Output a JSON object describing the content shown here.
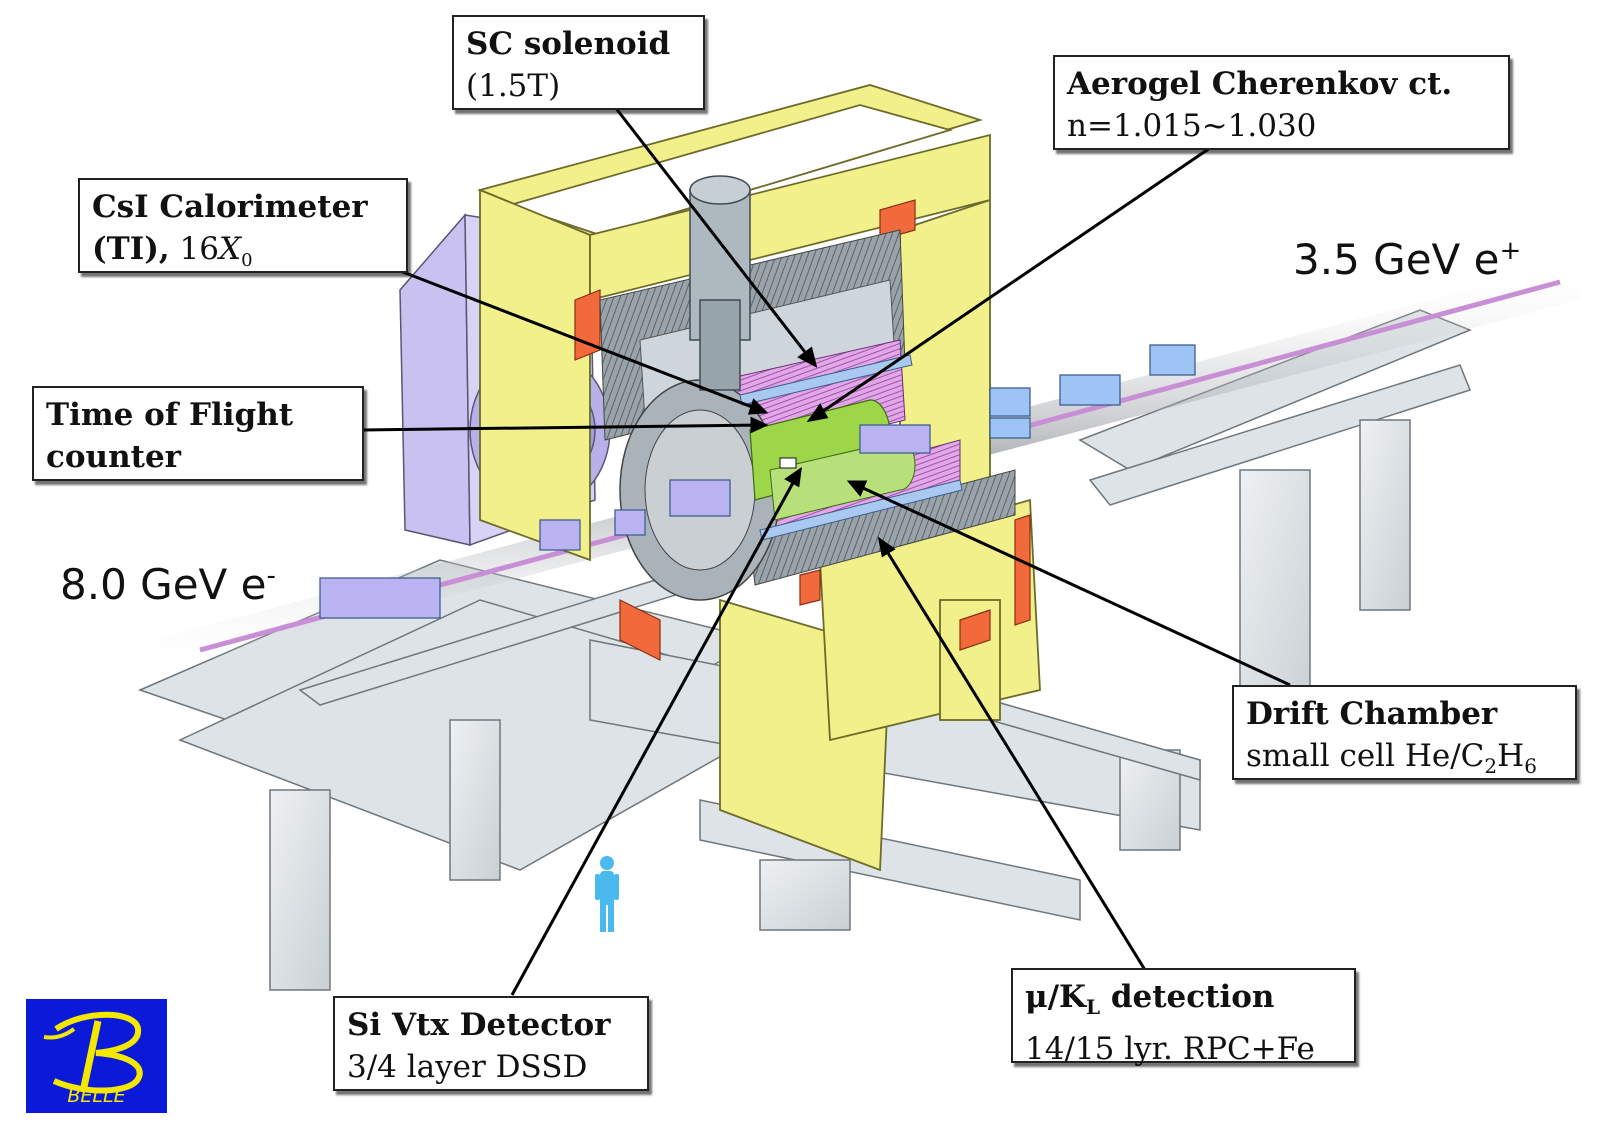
{
  "callouts": {
    "sc_solenoid": {
      "title": "SC solenoid",
      "sub": "(1.5T)"
    },
    "aerogel": {
      "title": "Aerogel Cherenkov ct.",
      "sub": "n=1.015~1.030"
    },
    "csi": {
      "title": "CsI Calorimeter",
      "sub_bold": "(TI),",
      "sub_rest": " 16",
      "x0": "X",
      "x0_sub": "0"
    },
    "tof": {
      "title": "Time of Flight",
      "title2": "counter"
    },
    "drift": {
      "title": "Drift Chamber",
      "sub_a": "small cell He/C",
      "sub_2a": "2",
      "sub_b": "H",
      "sub_2b": "6"
    },
    "muon": {
      "title_a": "μ/K",
      "title_sub": "L",
      "title_b": " detection",
      "sub": "14/15 lyr. RPC+Fe"
    },
    "svd": {
      "title": "Si Vtx Detector",
      "sub": "3/4 layer DSSD"
    }
  },
  "beams": {
    "positron": {
      "label": "3.5 GeV e",
      "sign": "+"
    },
    "electron": {
      "label": "8.0 GeV e",
      "sign": "-"
    }
  },
  "logo": {
    "letter": "B",
    "text": "BELLE"
  },
  "colors": {
    "frame_yellow": "#f2f08a",
    "endcap_purple": "#c9c2f0",
    "return_orange": "#f26a3c",
    "drift_green": "#9ed64a",
    "beam_pipe_pink": "#d9b3e0",
    "magnet_blue": "#9ec4f5",
    "support_gray": "#dde3e6",
    "human_blue": "#49b9ee",
    "logo_blue": "#0a1ad8",
    "logo_yellow": "#f4e800"
  }
}
